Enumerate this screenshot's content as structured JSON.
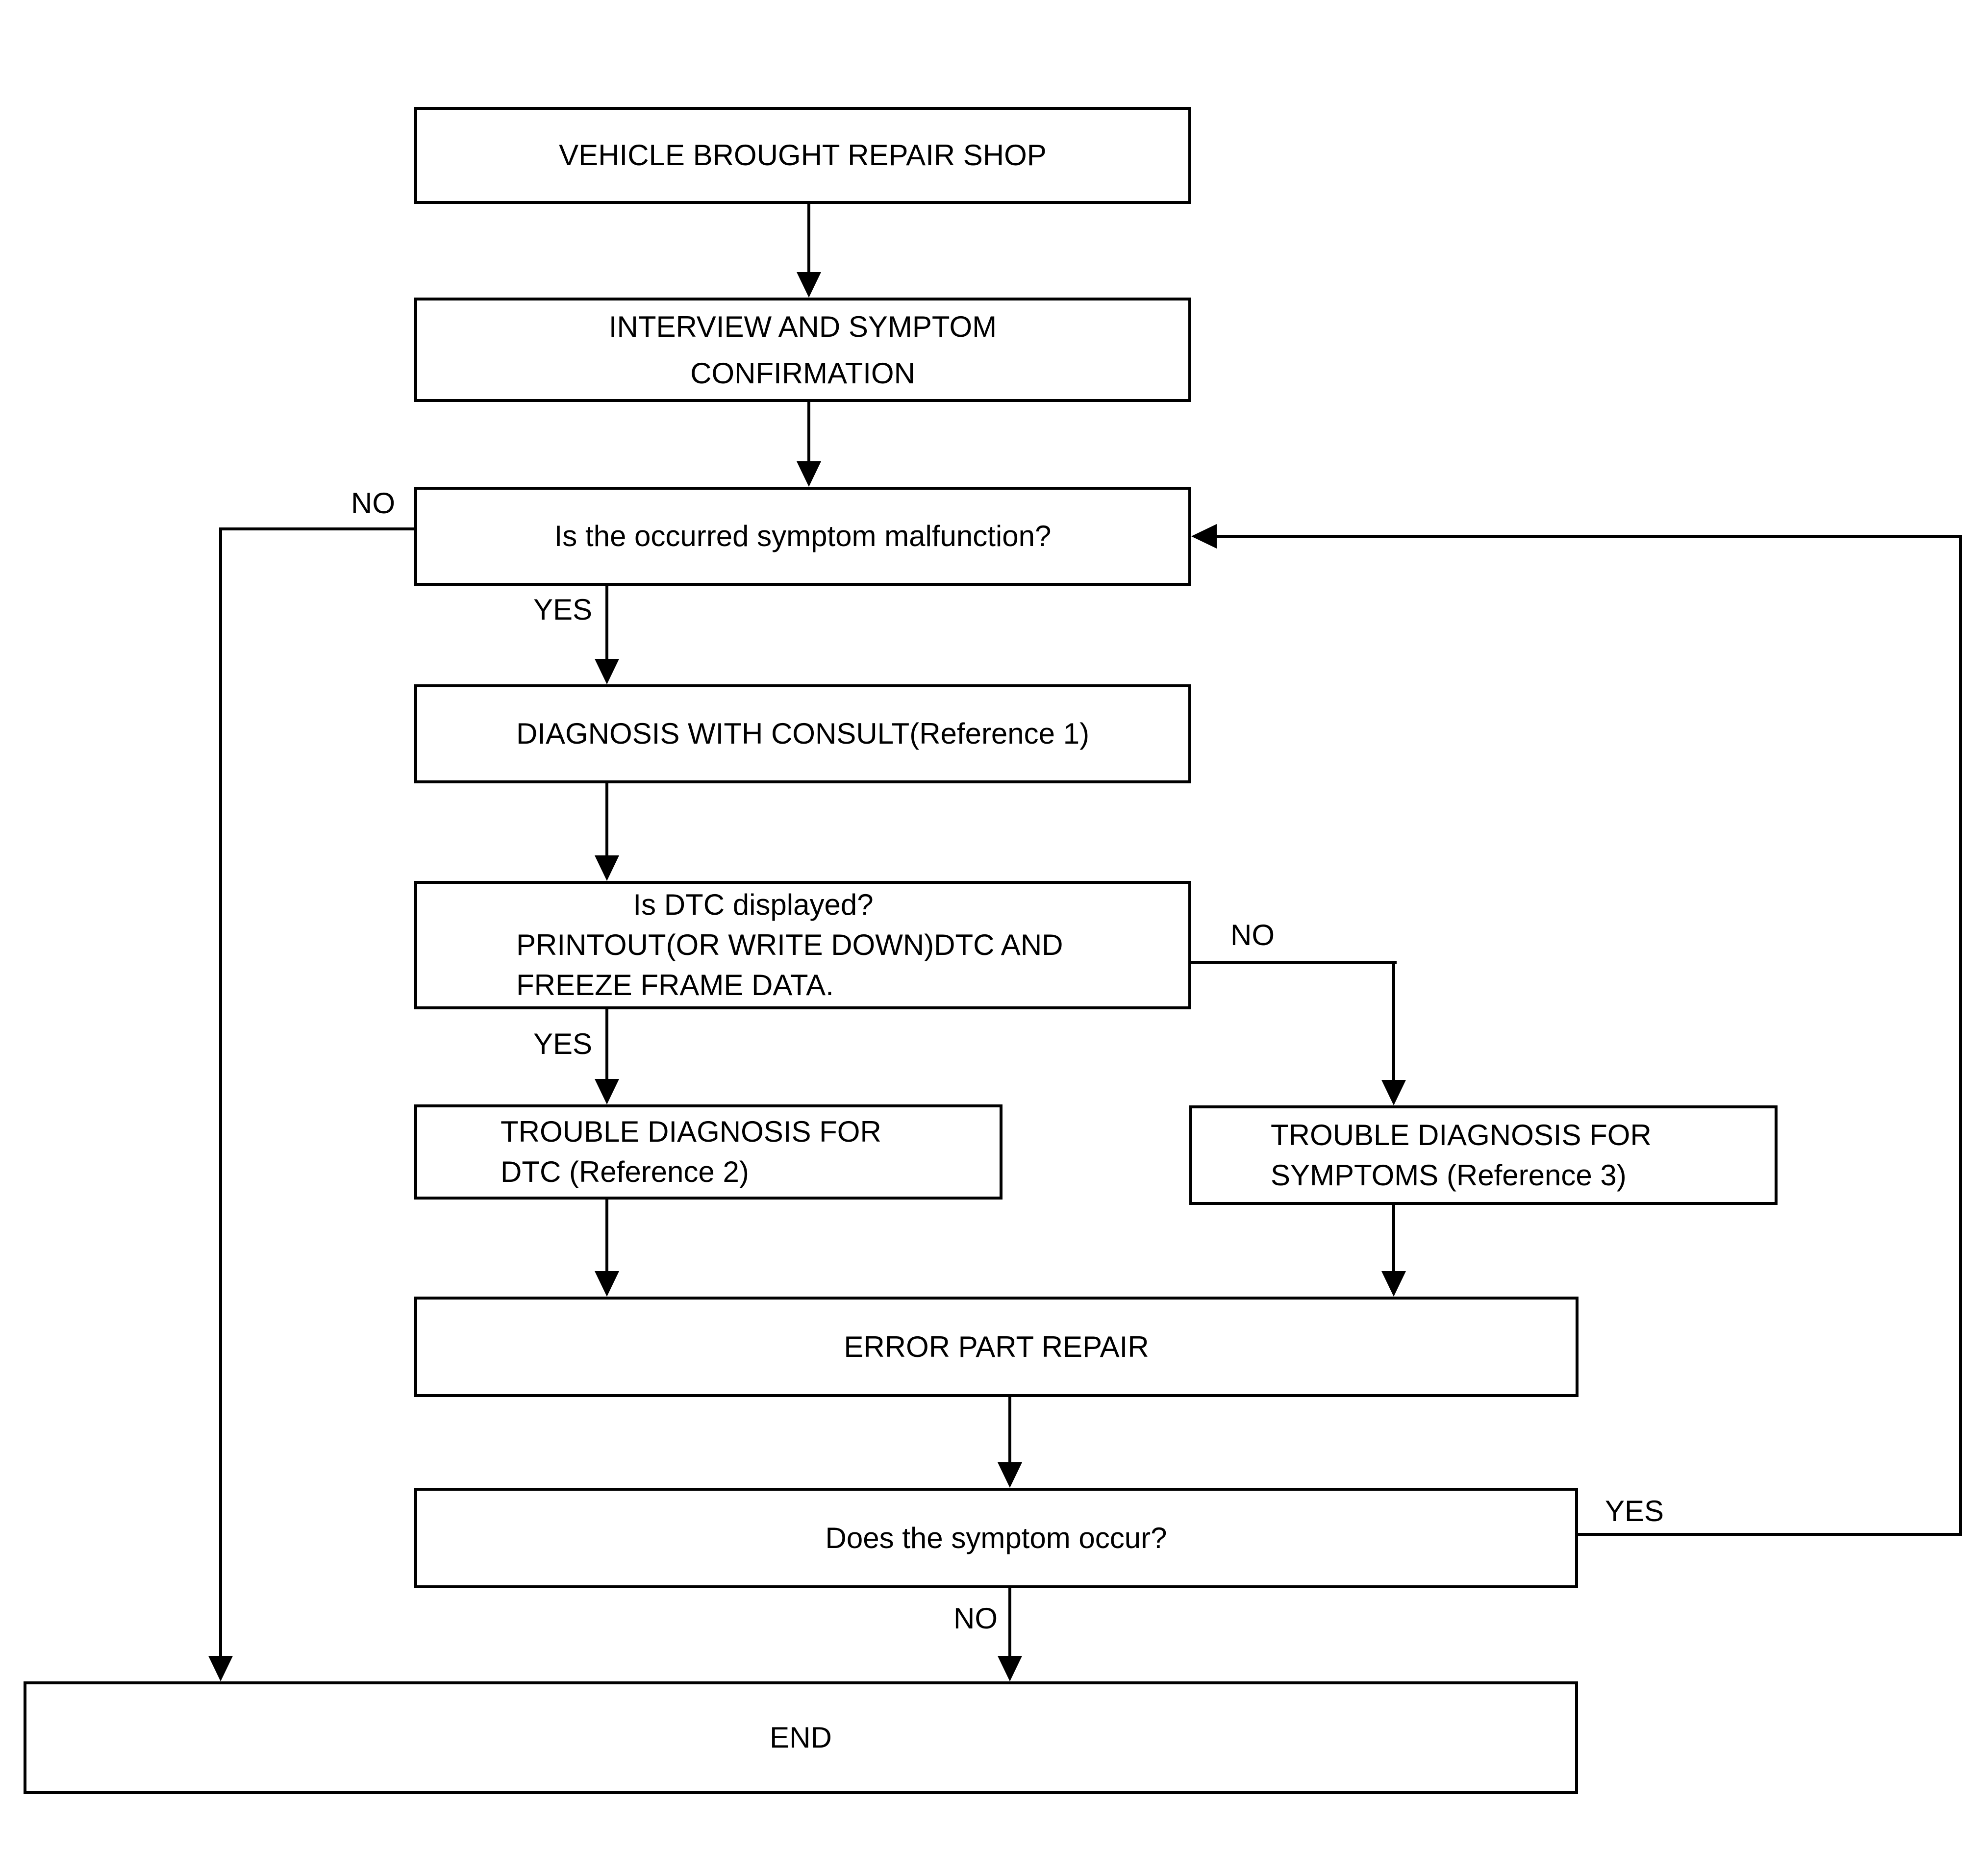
{
  "diagram": {
    "type": "flowchart",
    "background_color": "#ffffff",
    "stroke_color": "#000000",
    "nodes": {
      "vehicle": {
        "lines": [
          "VEHICLE BROUGHT REPAIR SHOP"
        ]
      },
      "interview": {
        "lines": [
          "INTERVIEW AND SYMPTOM",
          "CONFIRMATION"
        ]
      },
      "malfunction": {
        "lines": [
          "Is the occurred symptom malfunction?"
        ]
      },
      "consult": {
        "lines": [
          "DIAGNOSIS WITH CONSULT(Reference 1)"
        ]
      },
      "dtc": {
        "lines": [
          "Is DTC displayed?",
          "PRINTOUT(OR WRITE DOWN)DTC AND",
          "FREEZE FRAME DATA."
        ]
      },
      "trouble_dtc": {
        "lines": [
          "TROUBLE DIAGNOSIS FOR",
          "DTC (Reference 2)"
        ]
      },
      "trouble_symptoms": {
        "lines": [
          "TROUBLE DIAGNOSIS FOR",
          "SYMPTOMS (Reference 3)"
        ]
      },
      "error_repair": {
        "lines": [
          "ERROR PART REPAIR"
        ]
      },
      "symptom_occur": {
        "lines": [
          "Does the symptom occur?"
        ]
      },
      "end": {
        "lines": [
          "END"
        ]
      }
    },
    "labels": {
      "malfunction_no": "NO",
      "malfunction_yes": "YES",
      "dtc_no": "NO",
      "dtc_yes": "YES",
      "occur_yes": "YES",
      "occur_no": "NO"
    }
  }
}
